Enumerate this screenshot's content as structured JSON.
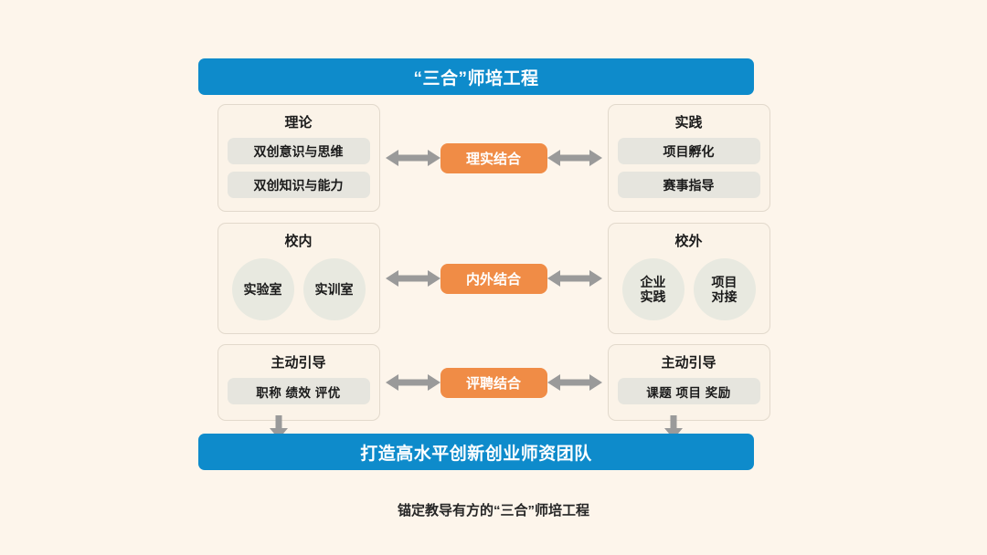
{
  "colors": {
    "page_background": "#FDF5EB",
    "banner_blue": "#0E8BCB",
    "center_orange": "#F08C46",
    "card_background": "#FBF3E8",
    "pill_gray": "#E6E5DE",
    "circle_gray": "#E8E9E0",
    "arrow_gray": "#9A9A9A"
  },
  "diagram": {
    "top_banner": "“三合”师培工程",
    "bottom_banner": "打造高水平创新创业师资团队",
    "caption": "锚定教导有方的“三合”师培工程",
    "rows": [
      {
        "center": "理实结合",
        "left": {
          "title": "理论",
          "items": [
            "双创意识与思维",
            "双创知识与能力"
          ],
          "shape": "pill"
        },
        "right": {
          "title": "实践",
          "items": [
            "项目孵化",
            "赛事指导"
          ],
          "shape": "pill"
        }
      },
      {
        "center": "内外结合",
        "left": {
          "title": "校内",
          "items": [
            "实验室",
            "实训室"
          ],
          "shape": "circle"
        },
        "right": {
          "title": "校外",
          "items": [
            "企业\n实践",
            "项目\n对接"
          ],
          "shape": "circle"
        }
      },
      {
        "center": "评聘结合",
        "left": {
          "title": "主动引导",
          "items": [
            "职称 绩效 评优"
          ],
          "shape": "pill"
        },
        "right": {
          "title": "主动引导",
          "items": [
            "课题 项目 奖励"
          ],
          "shape": "pill"
        }
      }
    ],
    "icons": {
      "double_arrow": "double-headed-arrow-icon",
      "down_arrow": "down-arrow-icon"
    }
  }
}
